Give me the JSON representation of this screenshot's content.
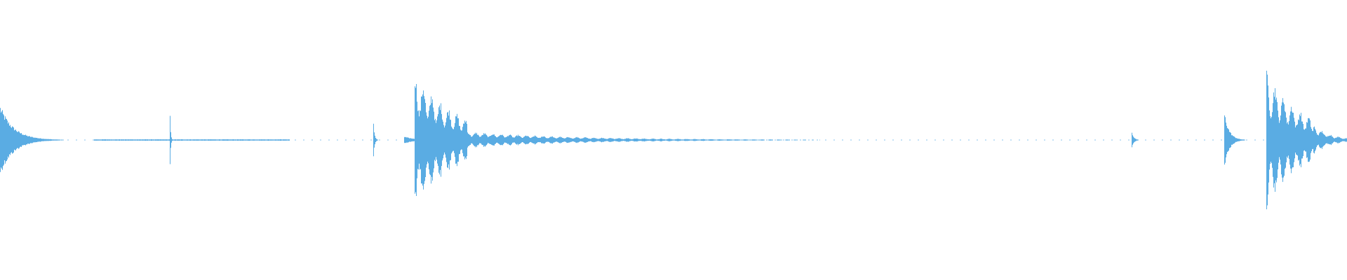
{
  "waveform": {
    "color": "#5aace3",
    "segments": [
      {
        "start": 0.0,
        "end": 0.07,
        "peak": 0.5,
        "decay": 7.0,
        "ripple": 0.0
      },
      {
        "start": 0.07,
        "end": 0.215,
        "peak": 0.01,
        "decay": 0.0,
        "ripple": 0.0
      },
      {
        "start": 0.126,
        "end": 0.13,
        "peak": 0.4,
        "decay": 9.0,
        "ripple": 0.0
      },
      {
        "start": 0.277,
        "end": 0.284,
        "peak": 0.24,
        "decay": 8.0,
        "ripple": 0.0
      },
      {
        "start": 0.3,
        "end": 0.308,
        "peak": 0.05,
        "decay": 1.0,
        "ripple": 0.0
      },
      {
        "start": 0.308,
        "end": 0.347,
        "peak": 1.0,
        "decay": 1.2,
        "ripple": 0.55
      },
      {
        "start": 0.347,
        "end": 0.63,
        "peak": 0.12,
        "decay": 3.5,
        "ripple": 0.5
      },
      {
        "start": 0.84,
        "end": 0.849,
        "peak": 0.12,
        "decay": 6.0,
        "ripple": 0.0
      },
      {
        "start": 0.909,
        "end": 0.94,
        "peak": 0.4,
        "decay": 9.0,
        "ripple": 0.0
      },
      {
        "start": 0.94,
        "end": 0.975,
        "peak": 1.0,
        "decay": 1.2,
        "ripple": 0.55
      },
      {
        "start": 0.975,
        "end": 1.0,
        "peak": 0.22,
        "decay": 2.0,
        "ripple": 0.5
      }
    ]
  }
}
